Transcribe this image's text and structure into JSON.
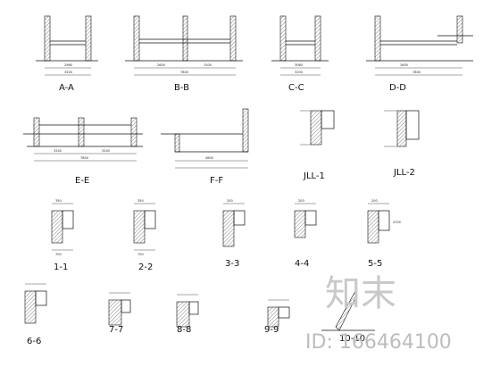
{
  "drawing": {
    "titles": {
      "aa": "A-A",
      "bb": "B-B",
      "cc": "C-C",
      "dd": "D-D",
      "ee": "E-E",
      "ff": "F-F",
      "jll1": "JLL-1",
      "jll2": "JLL-2",
      "s1": "1-1",
      "s2": "2-2",
      "s3": "3-3",
      "s4": "4-4",
      "s5": "5-5",
      "s6": "6-6",
      "s7": "7-7",
      "s8": "8-8",
      "s9": "9-9",
      "s10": "10-10"
    },
    "dims": {
      "aa_bottom": "3200",
      "aa_inner": "2960",
      "bb_bottom": "7800",
      "bb_left": "2600",
      "bb_right": "1500",
      "cc_bottom": "3200",
      "cc_inner": "3060",
      "dd_bottom": "7800",
      "dd_left": "2600",
      "ee_left": "3240",
      "ee_right": "3240",
      "ee_bottom": "7800",
      "ff_bottom": "4800",
      "d350": "350",
      "d200": "200",
      "d700": "700",
      "d4700": "4700"
    },
    "watermark": {
      "brand": "知末",
      "id": "ID: 166464100"
    }
  }
}
